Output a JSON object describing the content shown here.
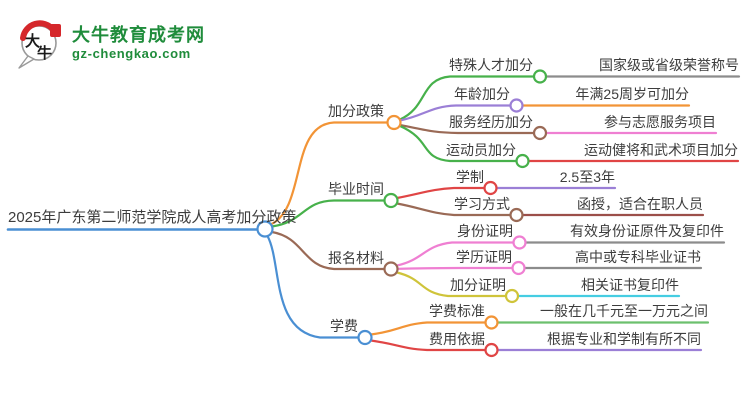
{
  "logo": {
    "bubble_char1": "大",
    "bubble_char2": "牛",
    "brand": "大牛教育成考网",
    "domain": "gz-chengkao.com"
  },
  "root": {
    "label": "2025年广东第二师范学院成人高考加分政策",
    "color": "blue"
  },
  "branches": [
    {
      "label": "加分政策",
      "color": "orange",
      "children": [
        {
          "label": "特殊人才加分",
          "color": "green",
          "leaf": {
            "label": "国家级或省级荣誉称号",
            "color": "gray"
          }
        },
        {
          "label": "年龄加分",
          "color": "purple",
          "leaf": {
            "label": "年满25周岁可加分",
            "color": "orange"
          }
        },
        {
          "label": "服务经历加分",
          "color": "brown",
          "leaf": {
            "label": "参与志愿服务项目",
            "color": "pink"
          }
        },
        {
          "label": "运动员加分",
          "color": "green",
          "leaf": {
            "label": "运动健将和武术项目加分",
            "color": "red"
          }
        }
      ]
    },
    {
      "label": "毕业时间",
      "color": "green",
      "children": [
        {
          "label": "学制",
          "color": "red",
          "leaf": {
            "label": "2.5至3年",
            "color": "purple"
          }
        },
        {
          "label": "学习方式",
          "color": "brown",
          "leaf": {
            "label": "函授，适合在职人员",
            "color": "maroon"
          }
        }
      ]
    },
    {
      "label": "报名材料",
      "color": "brown",
      "children": [
        {
          "label": "身份证明",
          "color": "pink",
          "leaf": {
            "label": "有效身份证原件及复印件",
            "color": "gray"
          }
        },
        {
          "label": "学历证明",
          "color": "pink",
          "leaf": {
            "label": "高中或专科毕业证书",
            "color": "gray"
          }
        },
        {
          "label": "加分证明",
          "color": "yellow",
          "leaf": {
            "label": "相关证书复印件",
            "color": "cyan"
          }
        }
      ]
    },
    {
      "label": "学费",
      "color": "blue",
      "children": [
        {
          "label": "学费标准",
          "color": "orange",
          "leaf": {
            "label": "一般在几千元至一万元之间",
            "color": "green_light"
          }
        },
        {
          "label": "费用依据",
          "color": "red",
          "leaf": {
            "label": "根据专业和学制有所不同",
            "color": "purple"
          }
        }
      ]
    }
  ],
  "palette": {
    "blue": "#4a8fd3",
    "orange": "#f29436",
    "green": "#47b14b",
    "green_light": "#6cc06e",
    "purple": "#9b7fd6",
    "brown": "#9a6a56",
    "maroon": "#9c4f4a",
    "pink": "#ef7fd2",
    "red": "#e04545",
    "gray": "#8c8c8c",
    "cyan": "#45cde2",
    "yellow": "#cfc43a",
    "ink": "#3d3d3d",
    "brand": "#1f8c3b",
    "logo_red": "#d5272b"
  }
}
